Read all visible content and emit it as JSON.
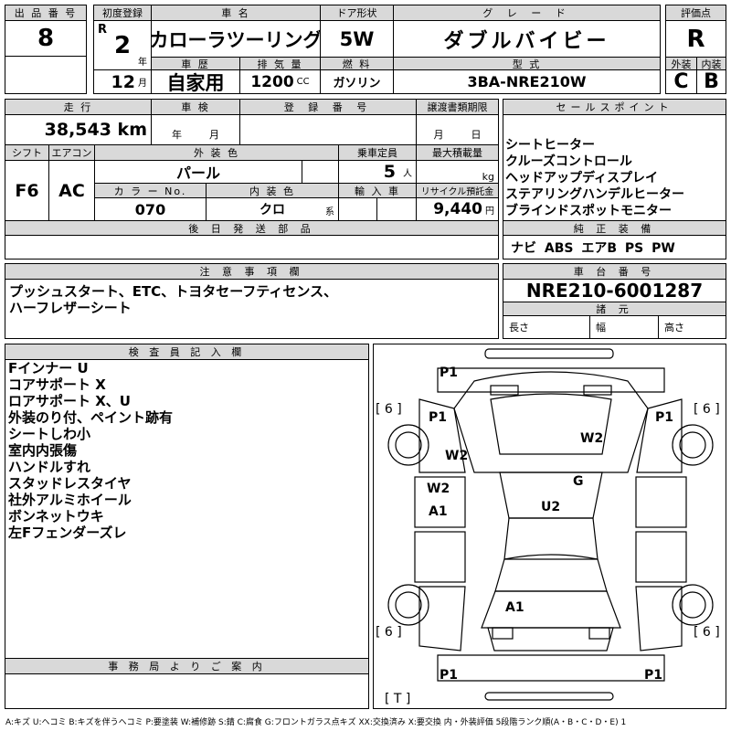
{
  "header": {
    "lot_label": "出 品 番 号",
    "lot": "8",
    "reg_label": "初度登録",
    "era": "R",
    "year": "2",
    "year_unit": "年",
    "month": "12",
    "month_unit": "月",
    "name_label": "車 名",
    "name": "カローラツーリング",
    "door_label": "ドア形状",
    "door": "5W",
    "grade_label": "グ レ ー ド",
    "grade": "ダブルバイビー",
    "score_label": "評価点",
    "score": "R",
    "history_label": "車 歴",
    "history": "自家用",
    "disp_label": "排 気 量",
    "disp": "1200",
    "disp_unit": "CC",
    "fuel_label": "燃 料",
    "fuel": "ガソリン",
    "model_label": "型 式",
    "model": "3BA-NRE210W",
    "ext_label": "外装",
    "ext": "C",
    "int_label": "内装",
    "int": "B"
  },
  "details": {
    "mileage_label": "走 行",
    "mileage": "38,543 km",
    "inspection_label": "車 検",
    "insp_year": "年",
    "insp_month": "月",
    "regno_label": "登 録 番 号",
    "transfer_label": "譲渡書類期限",
    "tr_month": "月",
    "tr_day": "日",
    "shift_label": "シフト",
    "shift": "F6",
    "ac_label": "エアコン",
    "ac": "AC",
    "color_label": "外 装 色",
    "color": "パール",
    "capacity_label": "乗車定員",
    "capacity": "5",
    "capacity_unit": "人",
    "load_label": "最大積載量",
    "load_unit": "kg",
    "colorno_label": "カ ラ ー No.",
    "colorno": "070",
    "intcolor_label": "内 装 色",
    "intcolor": "クロ",
    "intcolor_suffix": "系",
    "import_label": "輸 入 車",
    "recycle_label": "リサイクル預託金",
    "recycle": "9,440",
    "recycle_unit": "円",
    "later_label": "後 日 発 送 部 品"
  },
  "sales": {
    "label": "セールスポイント",
    "items": [
      "シートヒーター",
      "クルーズコントロール",
      "ヘッドアップディスプレイ",
      "ステアリングハンデルヒーター",
      "ブラインドスポットモニター"
    ]
  },
  "equipment": {
    "label": "純 正 装 備",
    "value": "ナビ ABS エアB PS PW"
  },
  "notes": {
    "label": "注 意 事 項 欄",
    "lines": [
      "プッシュスタート、ETC、トヨタセーフティセンス、",
      "ハーフレザーシート"
    ]
  },
  "chassis": {
    "label": "車 台 番 号",
    "value": "NRE210-6001287",
    "spec_label": "諸 元",
    "length": "長さ",
    "width": "幅",
    "height": "高さ"
  },
  "inspector": {
    "label": "検 査 員 記 入 欄",
    "items": [
      "Fインナー U",
      "コアサポート X",
      "ロアサポート X、U",
      "外装のり付、ペイント跡有",
      "シートしわ小",
      "室内内張傷",
      "ハンドルすれ",
      "スタッドレスタイヤ",
      "社外アルミホイール",
      "ボンネットウキ",
      "左Fフェンダーズレ"
    ]
  },
  "office": {
    "label": "事 務 局 よ り ご 案 内"
  },
  "diagram": {
    "marks": [
      "P1",
      "P1",
      "P1",
      "W2",
      "W2",
      "W2",
      "A1",
      "G",
      "U2",
      "A1",
      "P1",
      "P1"
    ],
    "tire": "[ 6 ]",
    "trunk": "[ T ]"
  },
  "legend": "A:キズ U:ヘコミ B:キズを伴うヘコミ P:要塗装 W:補修跡 S:錆 C:腐食 G:フロントガラス点キズ XX:交換済み X:要交換 内・外装評価 5段階ランク順(A・B・C・D・E) 1"
}
